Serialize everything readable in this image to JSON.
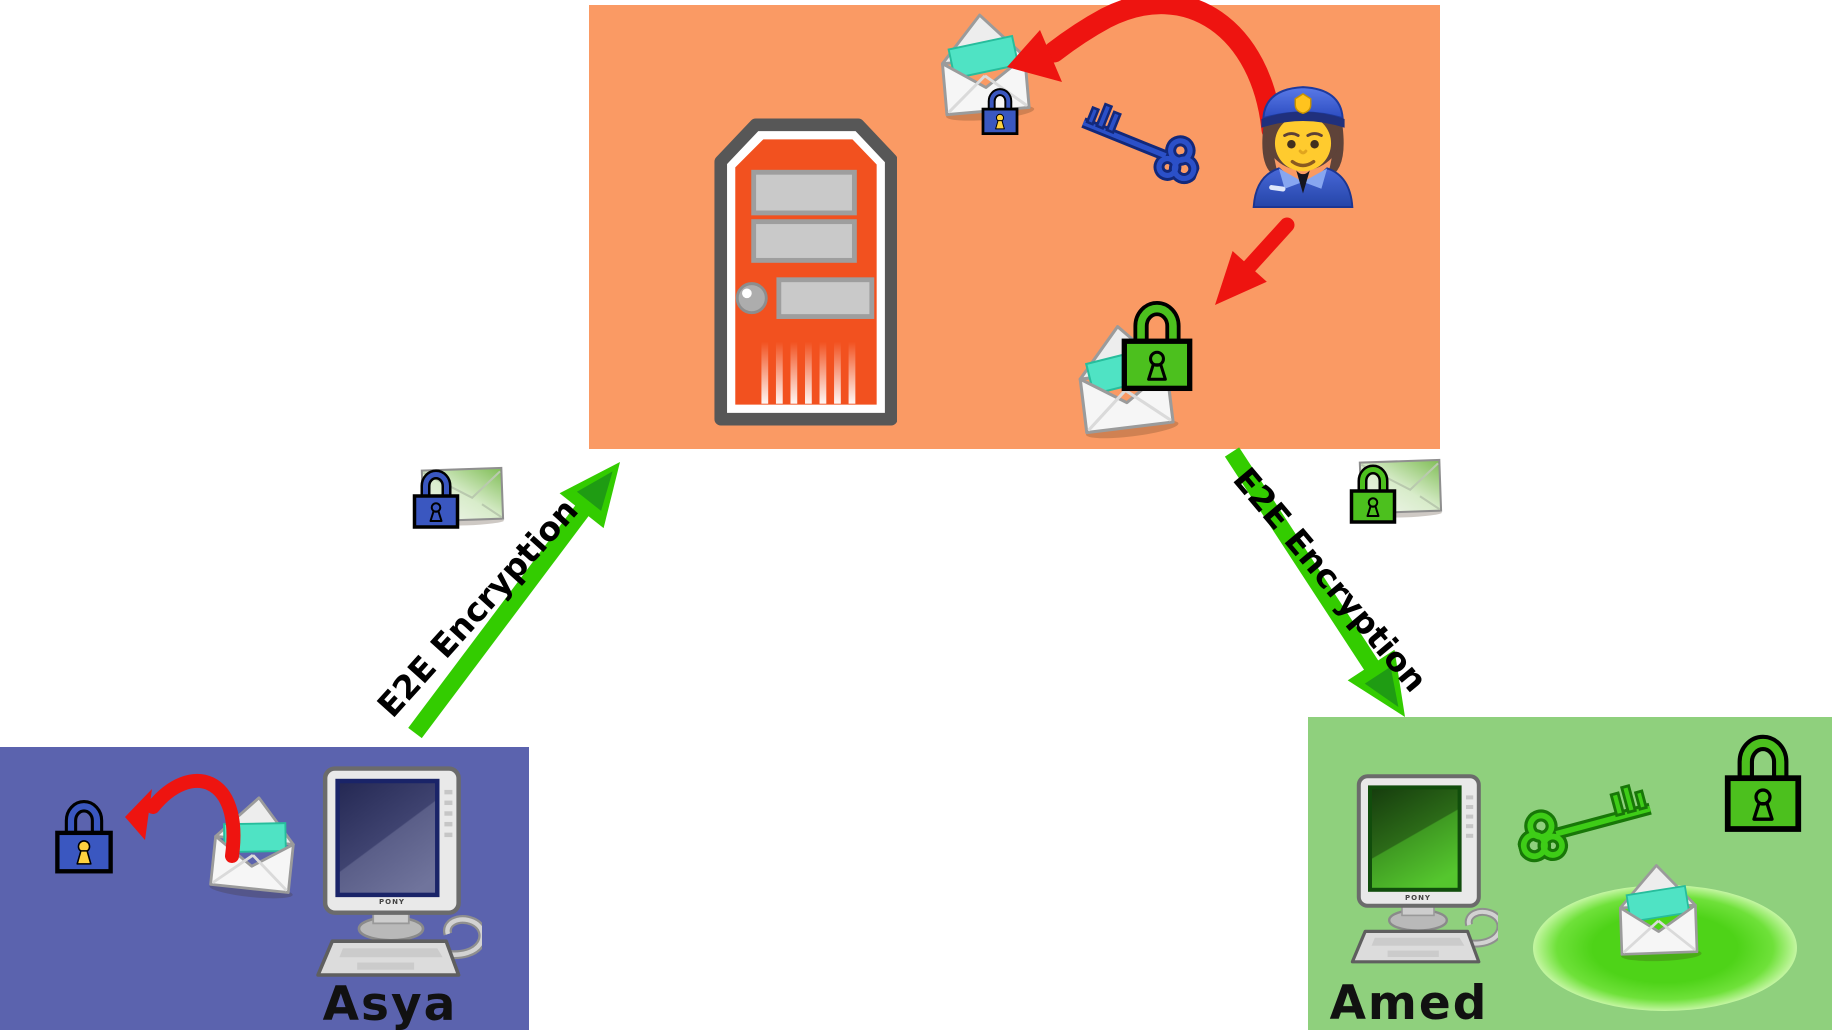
{
  "zones": {
    "server": {
      "name": "mail-server-zone",
      "bg_color": "#fa9a64",
      "icons": [
        "server-tower",
        "open-envelope-with-blue-lock",
        "blue-key",
        "police-officer",
        "open-envelope-with-green-lock"
      ]
    },
    "asya": {
      "name": "sender-zone",
      "label": "Asya",
      "bg_color": "#5b63ae",
      "icons": [
        "blue-padlock",
        "open-envelope",
        "desktop-computer-blue-screen"
      ]
    },
    "amed": {
      "name": "receiver-zone",
      "label": "Amed",
      "bg_color": "#8fd07d",
      "icons": [
        "desktop-computer-green-screen",
        "green-key",
        "green-padlock",
        "open-envelope",
        "green-ellipse"
      ]
    }
  },
  "arrows": {
    "asya_to_server": {
      "label": "E2E Encryption",
      "color": "#33cc00",
      "head_inner_color": "#1f9c13",
      "icon": "blue-lock-on-green-envelope"
    },
    "server_to_amed": {
      "label": "E2E Encryption",
      "color": "#33cc00",
      "head_inner_color": "#1f9c13",
      "icon": "green-lock-on-green-envelope"
    },
    "red_intercept_color": "#ee1410"
  },
  "computers": {
    "brand_label": "PONY"
  },
  "palette": {
    "server_body": "#f2511f",
    "server_border": "#575757",
    "blue_lock": "#3a57c0",
    "green_lock": "#4cc01e",
    "blue_key": "#2b50c8",
    "green_key": "#3ecd17",
    "teal_letter": "#4fe3c4",
    "keyhole_yellow": "#ffd23f"
  }
}
